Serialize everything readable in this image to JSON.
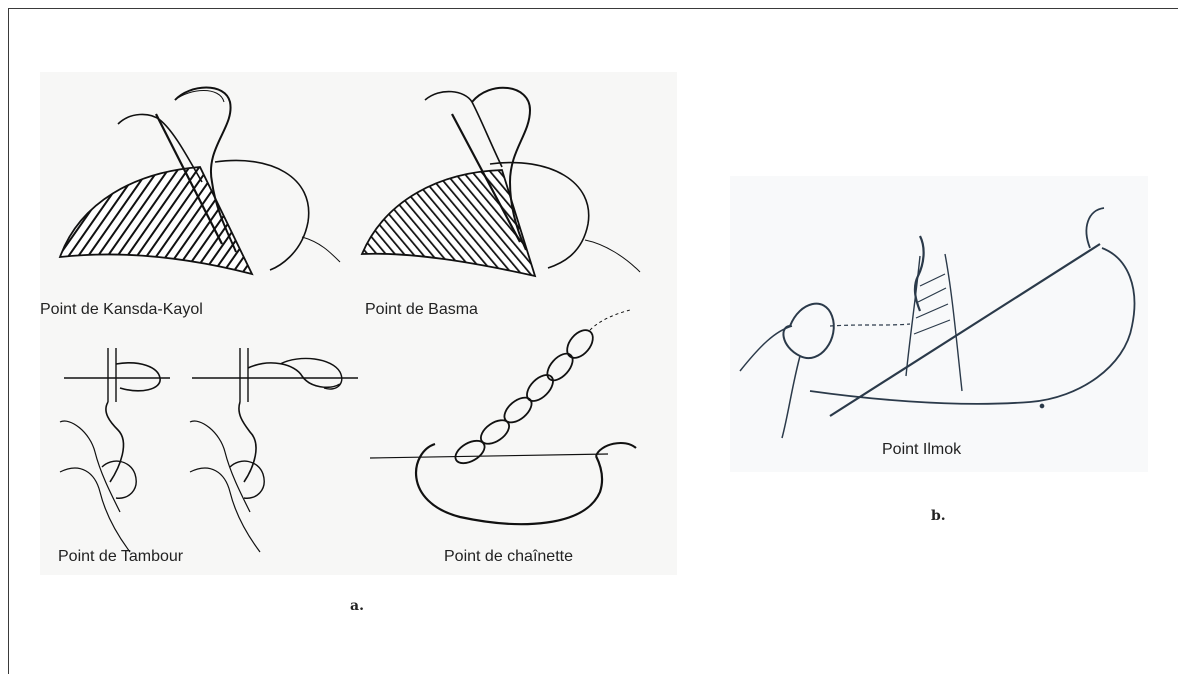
{
  "figure": {
    "panel_a": {
      "captions": {
        "kansda_kayol": "Point de Kansda-Kayol",
        "basma": "Point de Basma",
        "tambour": "Point de Tambour",
        "chainette": "Point de chaînette"
      },
      "label": "a."
    },
    "panel_b": {
      "caption": "Point Ilmok",
      "label": "b."
    }
  }
}
